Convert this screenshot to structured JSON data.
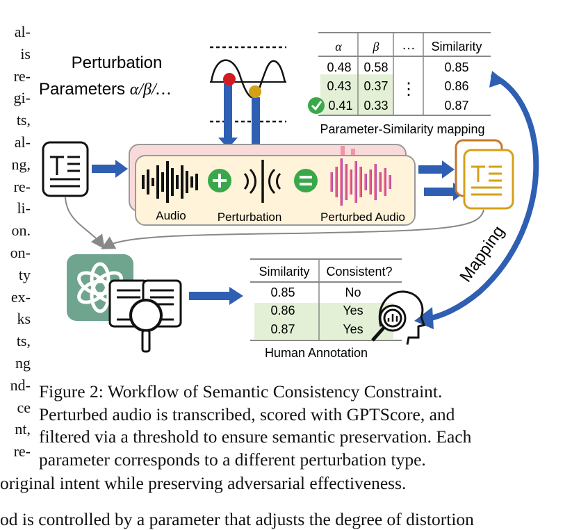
{
  "left_text": [
    "al-",
    "is",
    "re-",
    "gi-",
    "ts,",
    "al-",
    "ng,",
    "re-",
    "li-",
    "on.",
    "on-",
    "ty",
    "ex-",
    "ks",
    "ts,",
    "ng",
    "nd-",
    "ce",
    "nt,",
    "re-"
  ],
  "diagram": {
    "perturbation_params": {
      "line1": "Perturbation",
      "line2_prefix": "Parameters ",
      "line2_math": "α/β/…"
    },
    "param_table": {
      "headers": [
        "α",
        "β",
        "…",
        "Similarity"
      ],
      "rows": [
        [
          "0.48",
          "0.58",
          "0.85"
        ],
        [
          "0.43",
          "0.37",
          "0.86"
        ],
        [
          "0.41",
          "0.33",
          "0.87"
        ]
      ],
      "vdots": "⋮",
      "caption": "Parameter-Similarity mapping"
    },
    "labels": {
      "audio": "Audio",
      "perturbation": "Perturbation",
      "perturbed_audio": "Perturbed Audio",
      "mapping": "Mapping"
    },
    "human_table": {
      "headers": [
        "Similarity",
        "Consistent?"
      ],
      "rows": [
        [
          "0.85",
          "No"
        ],
        [
          "0.86",
          "Yes"
        ],
        [
          "0.87",
          "Yes"
        ]
      ],
      "caption": "Human Annotation"
    },
    "colors": {
      "arrow_blue": "#2f5fb3",
      "green": "#3aa84a",
      "highlight": "#e3f0d6",
      "panel_yellow": "#fff3d9",
      "panel_pink": "#f8dada",
      "gpt_green": "#6fa58f",
      "red": "#d11a24",
      "gold": "#d4a017"
    }
  },
  "caption_lines": [
    "Figure 2:  Workflow of Semantic Consistency Constraint.",
    "Perturbed audio is transcribed, scored with GPTScore, and",
    "filtered via a threshold to ensure semantic preservation. Each",
    "parameter corresponds to a different perturbation type."
  ],
  "bottom_lines": [
    "original intent while preserving adversarial effectiveness.",
    "od is controlled by a parameter that adjusts the degree of distortion"
  ]
}
